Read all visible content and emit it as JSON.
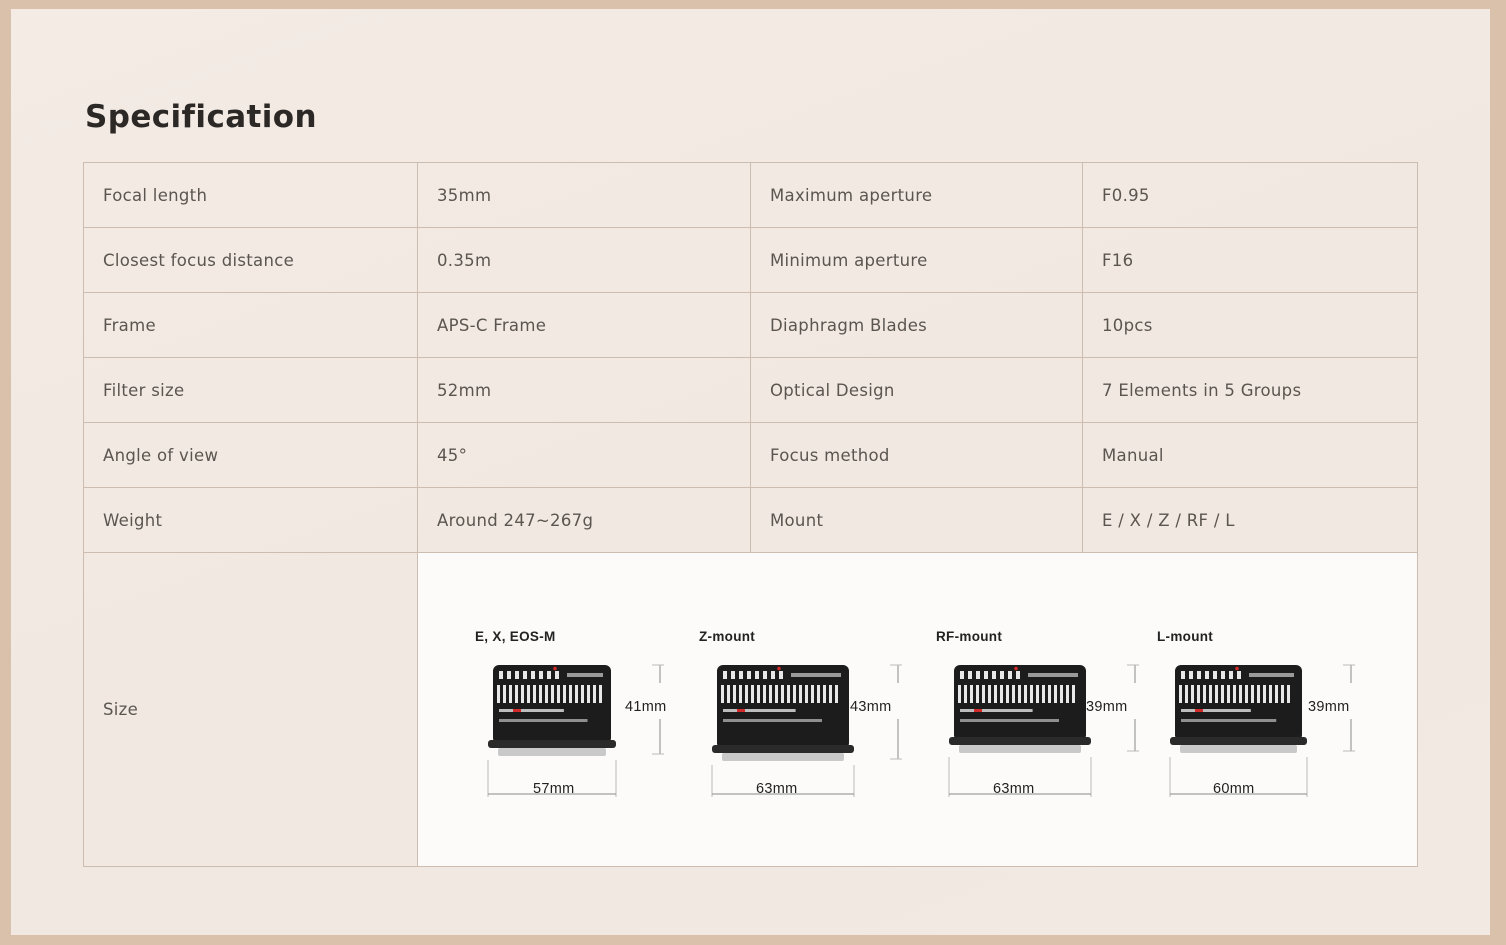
{
  "page": {
    "title": "Specification"
  },
  "spec_rows": [
    [
      "Focal length",
      "35mm",
      "Maximum aperture",
      "F0.95"
    ],
    [
      "Closest focus distance",
      "0.35m",
      "Minimum aperture",
      "F16"
    ],
    [
      "Frame",
      "APS-C Frame",
      "Diaphragm Blades",
      "10pcs"
    ],
    [
      "Filter size",
      "52mm",
      "Optical Design",
      "7 Elements in 5 Groups"
    ],
    [
      "Angle of view",
      "45°",
      "Focus method",
      "Manual"
    ],
    [
      "Weight",
      "Around 247~267g",
      "Mount",
      "E / X / Z / RF / L"
    ]
  ],
  "size": {
    "label": "Size",
    "mounts": [
      {
        "name": "E, X, EOS-M",
        "height": "41mm",
        "width": "57mm"
      },
      {
        "name": "Z-mount",
        "height": "43mm",
        "width": "63mm"
      },
      {
        "name": "RF-mount",
        "height": "39mm",
        "width": "63mm"
      },
      {
        "name": "L-mount",
        "height": "39mm",
        "width": "60mm"
      }
    ]
  },
  "colors": {
    "lens_body": "#1c1c1c",
    "lens_accent": "#e8e8e8",
    "lens_mount": "#c9c9c9",
    "lens_red_dot": "#d22a2a"
  }
}
